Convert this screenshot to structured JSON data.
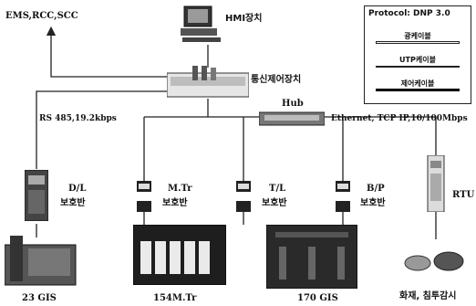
{
  "top_left_label": "EMS,RCC,SCC",
  "hmi": {
    "label": "HMI장치"
  },
  "comm": {
    "label": "통신제어장치"
  },
  "hub": {
    "label": "Hub"
  },
  "rs485": {
    "label": "RS 485,19.2kbps"
  },
  "ethernet": {
    "label": "Ethernet, TCP IP,10/100Mbps"
  },
  "legend": {
    "title": "Protocol: DNP 3.0",
    "items": [
      {
        "label": "광케이블"
      },
      {
        "label": "UTP케이블"
      },
      {
        "label": "제어케이블"
      }
    ]
  },
  "panels": {
    "dl": {
      "line1": "D/L",
      "line2": "보호반"
    },
    "mtr": {
      "line1": "M.Tr",
      "line2": "보호반"
    },
    "tl": {
      "line1": "T/L",
      "line2": "보호반"
    },
    "bp": {
      "line1": "B/P",
      "line2": "보호반"
    },
    "rtu": {
      "line1": "RTU"
    }
  },
  "bottom": {
    "gis23": "23 GIS",
    "mtr154": "154M.Tr",
    "gis170": "170 GIS",
    "fire": "화재, 침투감시"
  }
}
